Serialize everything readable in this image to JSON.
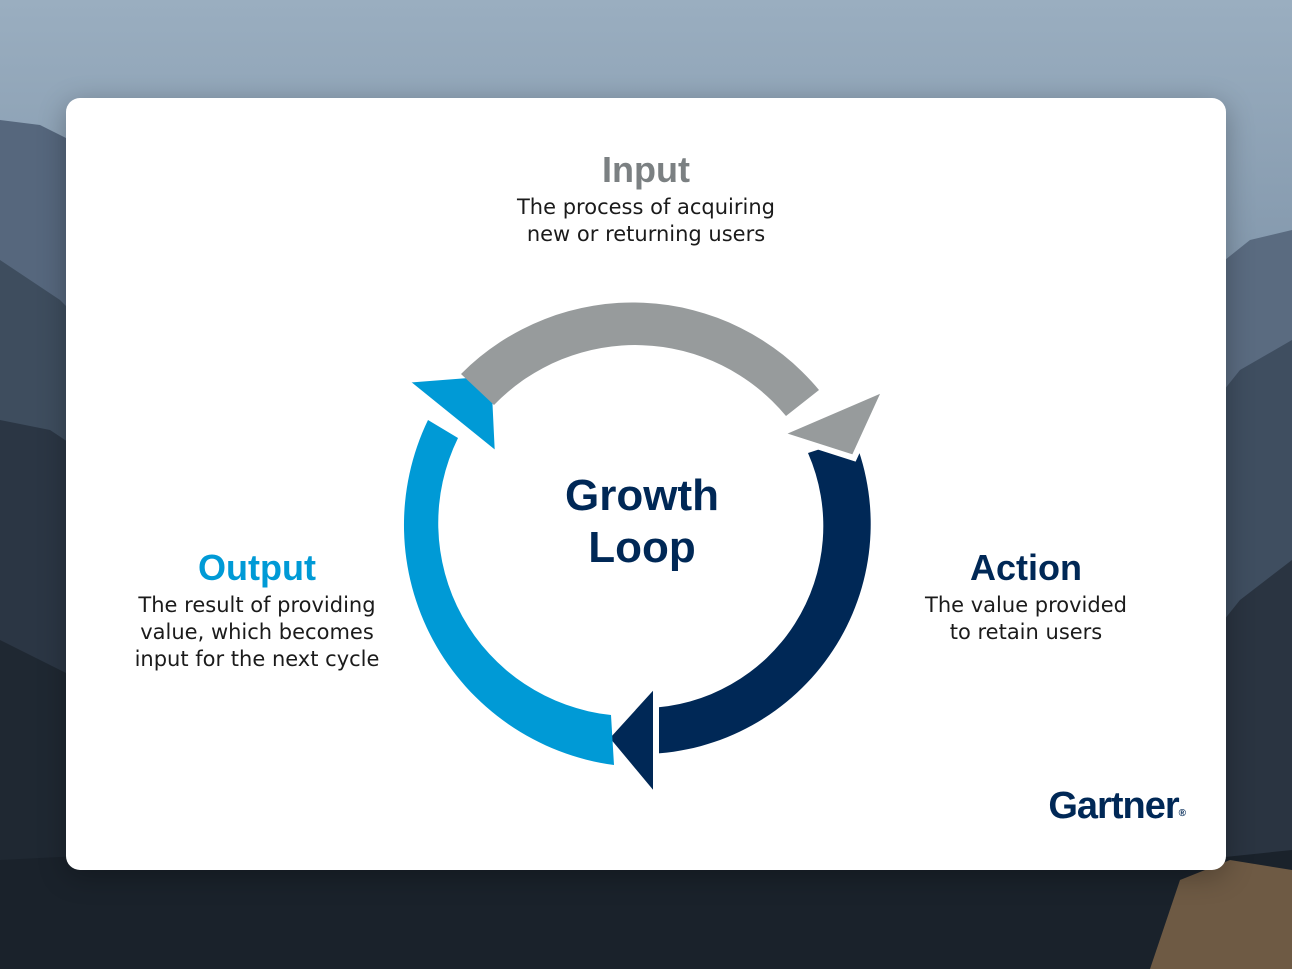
{
  "diagram": {
    "center_title": "Growth\nLoop",
    "stages": [
      {
        "title": "Input",
        "description": "The process of acquiring\nnew or returning users",
        "color": "#979b9c"
      },
      {
        "title": "Action",
        "description": "The value provided\nto retain users",
        "color": "#002856"
      },
      {
        "title": "Output",
        "description": "The result of providing\nvalue, which becomes\ninput for the next cycle",
        "color": "#009ad6"
      }
    ]
  },
  "branding": {
    "logo_text": "Gartner",
    "logo_mark": "®"
  },
  "colors": {
    "input": "#979b9c",
    "action": "#002856",
    "output": "#009ad6",
    "card": "#ffffff"
  }
}
